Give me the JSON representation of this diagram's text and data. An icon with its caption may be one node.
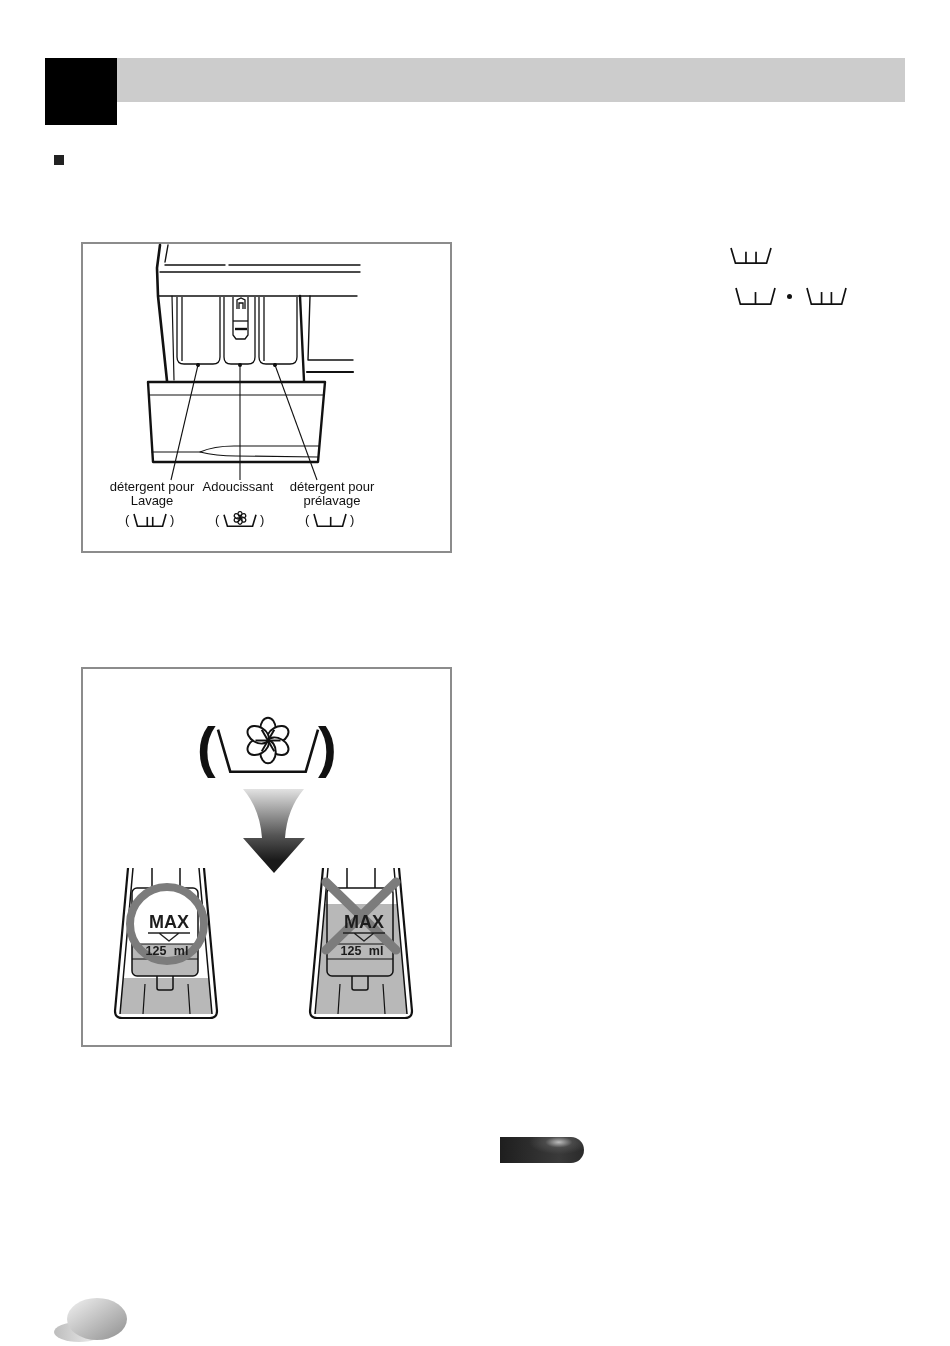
{
  "diagram": {
    "nodes": [
      {
        "text": [],
        "shape": "box"
      },
      {
        "text": [],
        "shape": "box"
      },
      {
        "text": [],
        "shape": "box"
      },
      {
        "text": [
          "détergent pour Lavage"
        ]
      },
      {
        "text": [
          "Adoucissant"
        ]
      },
      {
        "text": [
          "détergent pour prélavage"
        ]
      },
      {
        "text": [
          "MAX",
          "125 ml"
        ]
      },
      {
        "text": [
          "MAX",
          "125 ml"
        ]
      },
      {
        "text": [],
        "shape": "box"
      }
    ],
    "edges": [
      {
        "from": 3,
        "to": 0,
        "arrow": "other"
      },
      {
        "from": 4,
        "to": 1,
        "arrow": "other"
      },
      {
        "from": 5,
        "to": 2,
        "arrow": "other"
      }
    ],
    "labels": [
      "(",
      ")",
      "(",
      ")",
      "(",
      ")",
      "(",
      ")"
    ]
  }
}
